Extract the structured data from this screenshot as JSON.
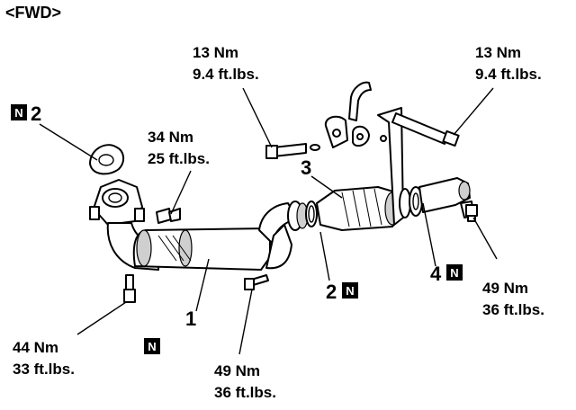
{
  "header": "<FWD>",
  "badge_letter": "N",
  "callouts": {
    "part1": "1",
    "part2_top": "2",
    "part2_bottom": "2",
    "part3": "3",
    "part4": "4"
  },
  "torques": {
    "top_center": {
      "nm": "13 Nm",
      "ftlbs": "9.4 ft.lbs."
    },
    "top_right": {
      "nm": "13 Nm",
      "ftlbs": "9.4 ft.lbs."
    },
    "left_bolt": {
      "nm": "34 Nm",
      "ftlbs": "25 ft.lbs."
    },
    "right_bolt": {
      "nm": "49 Nm",
      "ftlbs": "36 ft.lbs."
    },
    "bottom_left": {
      "nm": "44 Nm",
      "ftlbs": "33 ft.lbs."
    },
    "bottom_center": {
      "nm": "49 Nm",
      "ftlbs": "36 ft.lbs."
    }
  }
}
